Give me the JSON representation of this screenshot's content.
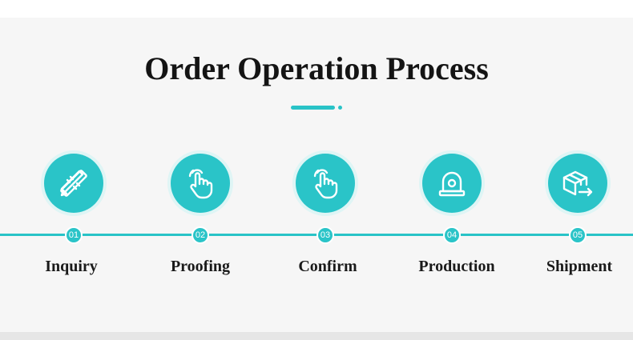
{
  "title": "Order Operation Process",
  "colors": {
    "accent": "#2ac4c8",
    "ring": "#dff5f5",
    "panel": "#f6f6f6",
    "text": "#141414"
  },
  "steps": [
    {
      "number": "01",
      "label": "Inquiry",
      "icon": "pencil-ruler-icon"
    },
    {
      "number": "02",
      "label": "Proofing",
      "icon": "tap-hand-icon"
    },
    {
      "number": "03",
      "label": "Confirm",
      "icon": "tap-hand-icon"
    },
    {
      "number": "04",
      "label": "Production",
      "icon": "siren-icon"
    },
    {
      "number": "05",
      "label": "Shipment",
      "icon": "box-shipping-icon"
    }
  ]
}
